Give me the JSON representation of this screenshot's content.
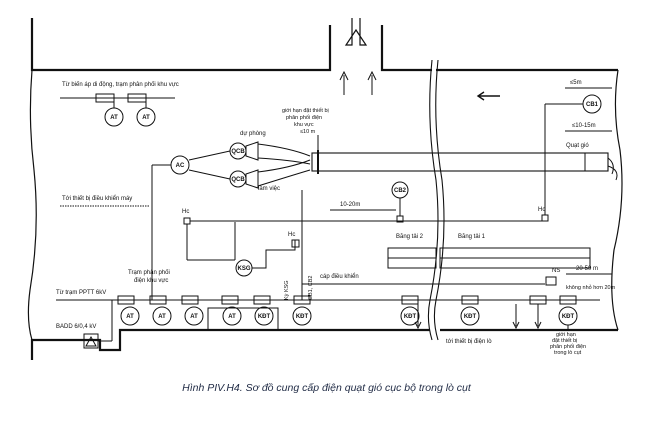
{
  "caption": "Hình PIV.H4. Sơ đồ cung cấp điện quạt gió cục bộ trong lò cụt",
  "labels": {
    "from_mobile_transformer": "Từ biến áp di động, trạm phân phối khu vực",
    "to_machine_control": "Tới thiết bị điều khiển máy",
    "from_substation": "Từ trạm PPTT 6kV",
    "badd": "BADD 6/0,4 kV",
    "reserve": "dự phòng",
    "working": "làm việc",
    "limit_equipment": "giới hạn đặt thiết bị phân phối điện khu vực",
    "le_10m": "≤10 m",
    "dist_10_20": "10-20m",
    "distribution_area": "Trạm phân phối điện khu vực",
    "control_cable": "cáp điều khiển",
    "conveyor2": "Băng tải 2",
    "conveyor1": "Băng tải 1",
    "le_5m": "≤5m",
    "le_10_15": "≤10-15m",
    "fan": "Quạt gió",
    "dist_20_50": "20-50 m",
    "not_less_20": "không nhỏ hơn 20m",
    "to_face_equipment": "tới thiết bị điện lò",
    "limit_in_deadend": "giới hạn đặt thiết bị phân phối điện trong lò cụt",
    "hc": "Hc",
    "ns": "NS",
    "kyg_label": "Kỳ KSG",
    "cb_label": "CB1, CB2"
  },
  "devices": {
    "at": "AT",
    "kdt": "KĐT",
    "ac": "AC",
    "qcb": "QCB",
    "ksg": "KSG",
    "cb1": "CB1",
    "cb2": "CB2"
  },
  "colors": {
    "line": "#111111",
    "caption": "#1f2a44",
    "background": "#ffffff"
  }
}
